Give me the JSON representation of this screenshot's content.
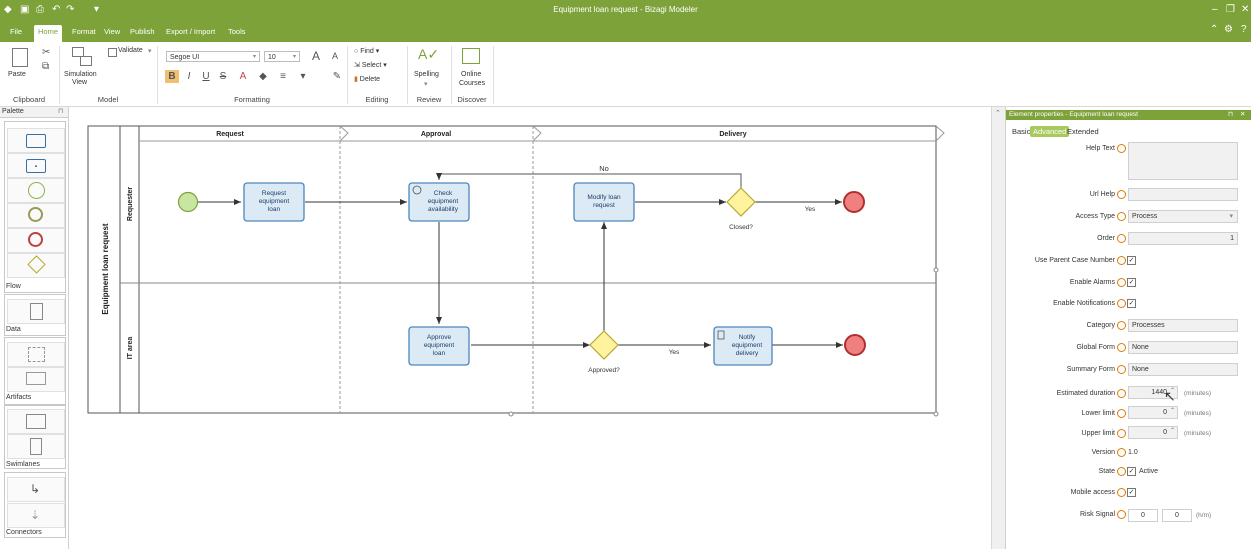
{
  "window": {
    "title": "Equipment loan request - Bizagi Modeler"
  },
  "menu": {
    "tabs": [
      "File",
      "Home",
      "Format",
      "View",
      "Publish",
      "Export / Import",
      "Tools"
    ]
  },
  "ribbon": {
    "clipboard": {
      "paste": "Paste",
      "group": "Clipboard"
    },
    "model": {
      "validate": "Validate",
      "simulation_1": "Simulation",
      "simulation_2": "View",
      "group": "Model"
    },
    "formatting": {
      "font": "Segoe UI",
      "size": "10",
      "grow": "A",
      "shrink": "A",
      "group": "Formatting"
    },
    "editing": {
      "find": "Find",
      "select": "Select",
      "delete": "Delete",
      "group": "Editing"
    },
    "review": {
      "spelling": "Spelling",
      "group": "Review"
    },
    "discover": {
      "online_1": "Online",
      "online_2": "Courses",
      "group": "Discover"
    }
  },
  "palette": {
    "title": "Palette",
    "sections": [
      "Flow",
      "Data",
      "Artifacts",
      "Swimlanes",
      "Connectors"
    ]
  },
  "diagram": {
    "pool": "Equipment loan request",
    "lanes": [
      "Requester",
      "IT area"
    ],
    "phases": [
      "Request",
      "Approval",
      "Delivery"
    ],
    "tasks": {
      "request": "Request equipment loan",
      "check": "Check equipment availability",
      "modify": "Modify loan request",
      "approve": "Approve equipment loan",
      "notify": "Notify equipment delivery"
    },
    "gateways": {
      "closed": "Closed?",
      "approved": "Approved?"
    },
    "flows": {
      "no": "No",
      "yes1": "Yes",
      "yes2": "Yes"
    },
    "colors": {
      "start": "#c8e6a0",
      "end": "#f08080",
      "task": "#dceaf6",
      "gateway": "#fff3a0"
    }
  },
  "properties": {
    "header": "Element properties - Equipment loan request",
    "tabs": [
      "Basic",
      "Advanced",
      "Extended"
    ],
    "fields": {
      "help_text": "Help Text",
      "url_help": "Url Help",
      "access_type": "Access Type",
      "access_type_value": "Process",
      "order": "Order",
      "order_value": "1",
      "use_parent": "Use Parent Case Number",
      "enable_alarms": "Enable Alarms",
      "enable_notifications": "Enable Notifications",
      "category": "Category",
      "category_value": "Processes",
      "global_form": "Global Form",
      "global_form_value": "None",
      "summary_form": "Summary Form",
      "summary_form_value": "None",
      "estimated_duration": "Estimated duration",
      "estimated_duration_value": "1440",
      "lower_limit": "Lower limit",
      "lower_limit_value": "0",
      "upper_limit": "Upper limit",
      "upper_limit_value": "0",
      "unit_minutes": "(minutes)",
      "version": "Version",
      "version_value": "1.0",
      "state": "State",
      "state_value": "Active",
      "mobile_access": "Mobile access",
      "risk_signal": "Risk Signal",
      "risk_a": "0",
      "risk_b": "0",
      "risk_unit": "(h/m)"
    }
  }
}
